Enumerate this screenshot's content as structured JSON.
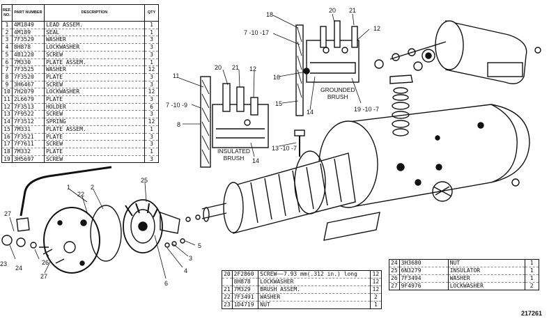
{
  "parts_list": {
    "headers": {
      "ref": "REF. NO.",
      "part": "PART NUMBER",
      "desc": "DESCRIPTION",
      "qty": "QTY"
    },
    "rows": [
      {
        "no": "1",
        "part": "4M1849",
        "desc": "LEAD ASSEM.",
        "qty": "1"
      },
      {
        "no": "2",
        "part": "4M189",
        "desc": "SEAL",
        "qty": "1"
      },
      {
        "no": "3",
        "part": "7F3529",
        "desc": "WASHER",
        "qty": "3"
      },
      {
        "no": "4",
        "part": "8H878",
        "desc": "LOCKWASHER",
        "qty": "3"
      },
      {
        "no": "5",
        "part": "4B1220",
        "desc": "SCREW",
        "qty": "3"
      },
      {
        "no": "6",
        "part": "7M330",
        "desc": "PLATE ASSEM.",
        "qty": "1"
      },
      {
        "no": "7",
        "part": "7F3525",
        "desc": "WASHER",
        "qty": "12"
      },
      {
        "no": "8",
        "part": "7F3520",
        "desc": "PLATE",
        "qty": "3"
      },
      {
        "no": "9",
        "part": "3H6467",
        "desc": "SCREW",
        "qty": "3"
      },
      {
        "no": "10",
        "part": "7H2079",
        "desc": "LOCKWASHER",
        "qty": "12"
      },
      {
        "no": "11",
        "part": "2L6679",
        "desc": "PLATE",
        "qty": "3"
      },
      {
        "no": "12",
        "part": "7F3513",
        "desc": "HOLDER",
        "qty": "6"
      },
      {
        "no": "13",
        "part": "7F9522",
        "desc": "SCREW",
        "qty": "3"
      },
      {
        "no": "14",
        "part": "7F3512",
        "desc": "SPRING",
        "qty": "12"
      },
      {
        "no": "15",
        "part": "7M331",
        "desc": "PLATE ASSEM.",
        "qty": "1"
      },
      {
        "no": "16",
        "part": "7F3521",
        "desc": "PLATE",
        "qty": "3"
      },
      {
        "no": "17",
        "part": "7F7611",
        "desc": "SCREW",
        "qty": "3"
      },
      {
        "no": "18",
        "part": "7M332",
        "desc": "PLATE",
        "qty": "1"
      },
      {
        "no": "19",
        "part": "3H5697",
        "desc": "SCREW",
        "qty": "3"
      }
    ]
  },
  "bottom_list_a": {
    "rows": [
      {
        "no": "20",
        "part": "2F2860",
        "desc": "SCREW——7.93 mm(.312 in.) long",
        "qty": "12"
      },
      {
        "no": "",
        "part": "8H878",
        "desc": "LOCKWASHER",
        "qty": "12"
      },
      {
        "no": "21",
        "part": "7M329",
        "desc": "BRUSH ASSEM.",
        "qty": "12"
      },
      {
        "no": "22",
        "part": "7F3491",
        "desc": "WASHER",
        "qty": "2"
      },
      {
        "no": "23",
        "part": "1D4719",
        "desc": "NUT",
        "qty": "1"
      }
    ]
  },
  "bottom_list_b": {
    "rows": [
      {
        "no": "24",
        "part": "3H3680",
        "desc": "NUT",
        "qty": "1"
      },
      {
        "no": "25",
        "part": "6N3279",
        "desc": "INSULATOR",
        "qty": "1"
      },
      {
        "no": "26",
        "part": "7F3494",
        "desc": "WASHER",
        "qty": "1"
      },
      {
        "no": "27",
        "part": "9F4976",
        "desc": "LOCKWASHER",
        "qty": "2"
      }
    ]
  },
  "labels": {
    "grounded_brush": "GROUNDED\nBRUSH",
    "insulated_brush": "INSULATED\nBRUSH"
  },
  "callouts": {
    "c18": "18",
    "c20a": "20",
    "c21a": "21",
    "c7_10_17": "7 -10 -17",
    "c12a": "12",
    "c16": "16",
    "c15": "15",
    "c14a": "14",
    "c19_10_7": "19 -10 -7",
    "c11": "11",
    "c20b": "20",
    "c21b": "21",
    "c12b": "12",
    "c7_10_9": "7 -10 -9",
    "c8": "8",
    "c13_10_7": "13 -10 -7",
    "c14b": "14",
    "c1": "1",
    "c22": "22",
    "c2": "2",
    "c25": "25",
    "c27a": "27",
    "c26": "26",
    "c23": "23",
    "c24": "24",
    "c27b": "27",
    "c3": "3",
    "c4": "4",
    "c5": "5",
    "c6": "6"
  },
  "figure_number": "217261"
}
